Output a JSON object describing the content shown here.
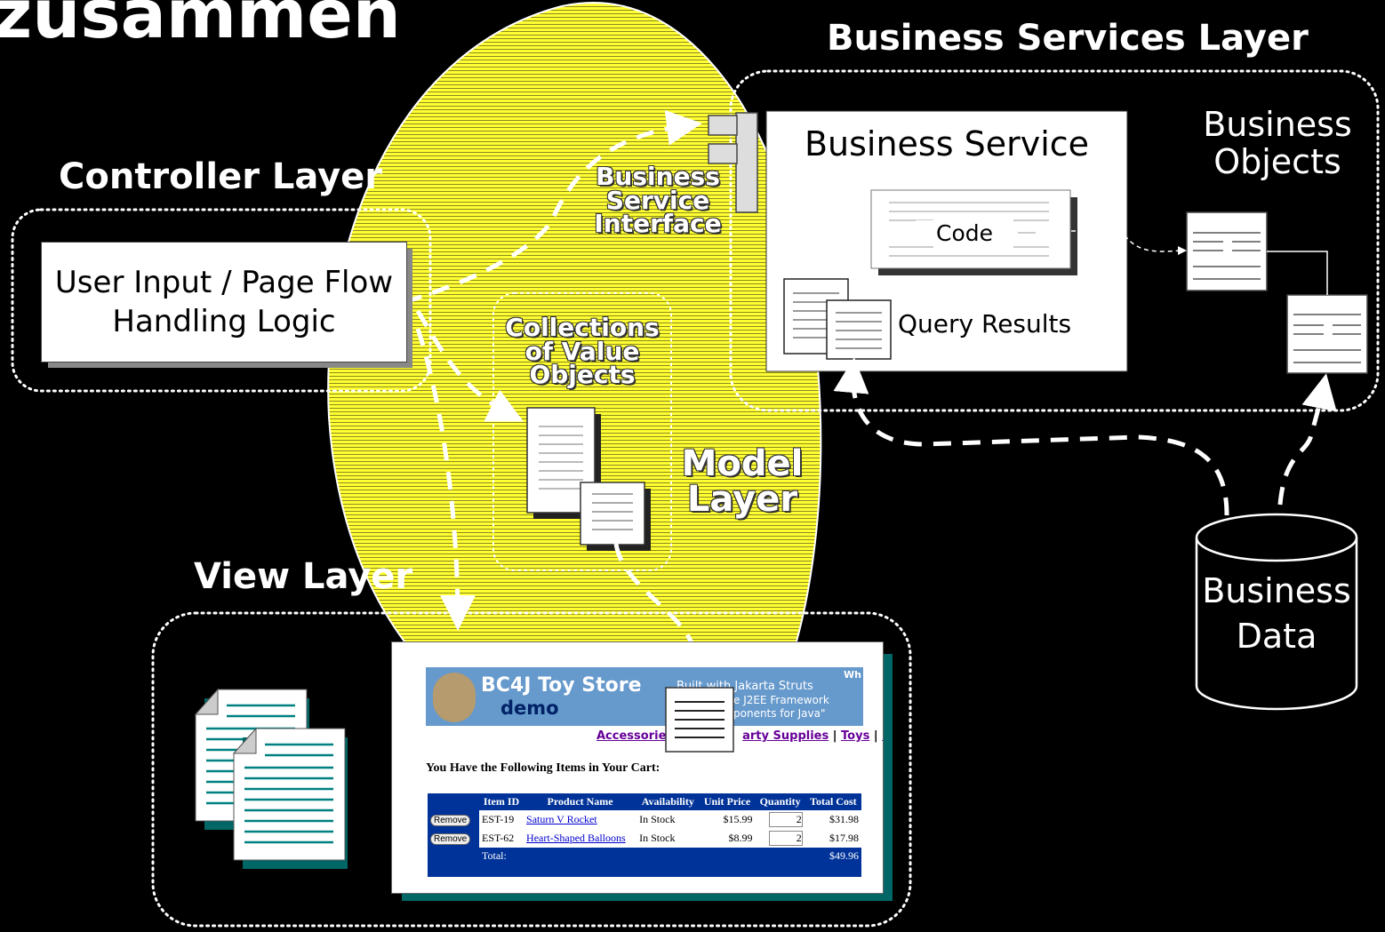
{
  "slide_title": "zusammen",
  "layers": {
    "business_services": "Business Services Layer",
    "controller": "Controller Layer",
    "view": "View Layer",
    "model_line1": "Model",
    "model_line2": "Layer"
  },
  "controller_box": {
    "line1": "User Input / Page Flow",
    "line2": "Handling Logic"
  },
  "business_service": {
    "title": "Business Service",
    "code": "Code",
    "query_results": "Query Results"
  },
  "business_service_interface": [
    "Business",
    "Service",
    "Interface"
  ],
  "collections_label": [
    "Collections",
    "of Value",
    "Objects"
  ],
  "business_objects": [
    "Business",
    "Objects"
  ],
  "business_data": [
    "Business",
    "Data"
  ],
  "toystore": {
    "title": "BC4J Toy Store",
    "subtitle": "demo",
    "built_with": "Built with Jakarta Struts",
    "framework": "e J2EE Framework",
    "components": "ponents for Java\"",
    "corner": "Wh",
    "nav": [
      "Accessories",
      "arty Supplies",
      "Toys",
      "M"
    ],
    "cart_heading": "You Have the Following Items in Your Cart:",
    "columns": [
      "Item ID",
      "Product Name",
      "Availability",
      "Unit Price",
      "Quantity",
      "Total Cost"
    ],
    "rows": [
      {
        "button": "Remove",
        "id": "EST-19",
        "name": "Saturn V Rocket",
        "avail": "In Stock",
        "price": "$15.99",
        "qty": "2",
        "total": "$31.98"
      },
      {
        "button": "Remove",
        "id": "EST-62",
        "name": "Heart-Shaped Balloons",
        "avail": "In Stock",
        "price": "$8.99",
        "qty": "2",
        "total": "$17.98"
      }
    ],
    "total_label": "Total:",
    "total_value": "$49.96"
  },
  "colors": {
    "background": "#000000",
    "model_yellow": "#ffff33",
    "cart_blue": "#003399",
    "header_blue": "#6699cc",
    "teal_lines": "#008080"
  }
}
